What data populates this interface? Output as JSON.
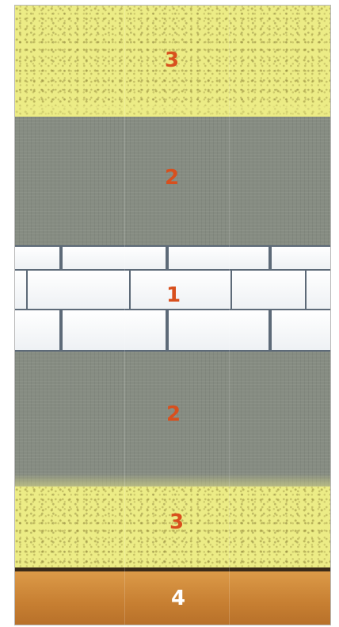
{
  "diagram": {
    "layers": [
      {
        "id": "top-sand",
        "label": "3",
        "material": "sand",
        "color": "#ecec86"
      },
      {
        "id": "upper-clay",
        "label": "2",
        "material": "clay",
        "color": "#868c82"
      },
      {
        "id": "masonry",
        "label": "1",
        "material": "brick",
        "color": "#ffffff"
      },
      {
        "id": "lower-clay",
        "label": "2",
        "material": "clay",
        "color": "#868c82"
      },
      {
        "id": "bottom-sand",
        "label": "3",
        "material": "sand",
        "color": "#ecec86"
      },
      {
        "id": "bedrock",
        "label": "4",
        "material": "bedrock",
        "color": "#c77f32"
      }
    ],
    "label_color": "#d8501e",
    "bedrock_label_color": "#ffffff"
  }
}
